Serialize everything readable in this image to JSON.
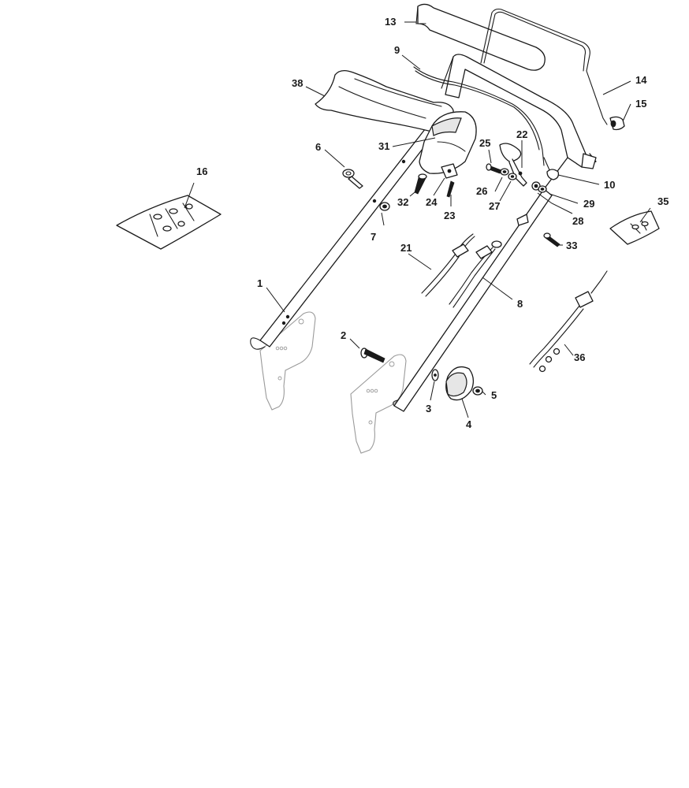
{
  "diagram": {
    "type": "exploded-parts-diagram",
    "callouts": {
      "c1": "1",
      "c2": "2",
      "c3": "3",
      "c4": "4",
      "c5": "5",
      "c6": "6",
      "c7": "7",
      "c8": "8",
      "c9": "9",
      "c10": "10",
      "c13": "13",
      "c14": "14",
      "c15": "15",
      "c16": "16",
      "c21": "21",
      "c22": "22",
      "c23": "23",
      "c24": "24",
      "c25": "25",
      "c26": "26",
      "c27": "27",
      "c28": "28",
      "c29": "29",
      "c31": "31",
      "c32": "32",
      "c33": "33",
      "c35": "35",
      "c36": "36",
      "c38": "38"
    }
  }
}
